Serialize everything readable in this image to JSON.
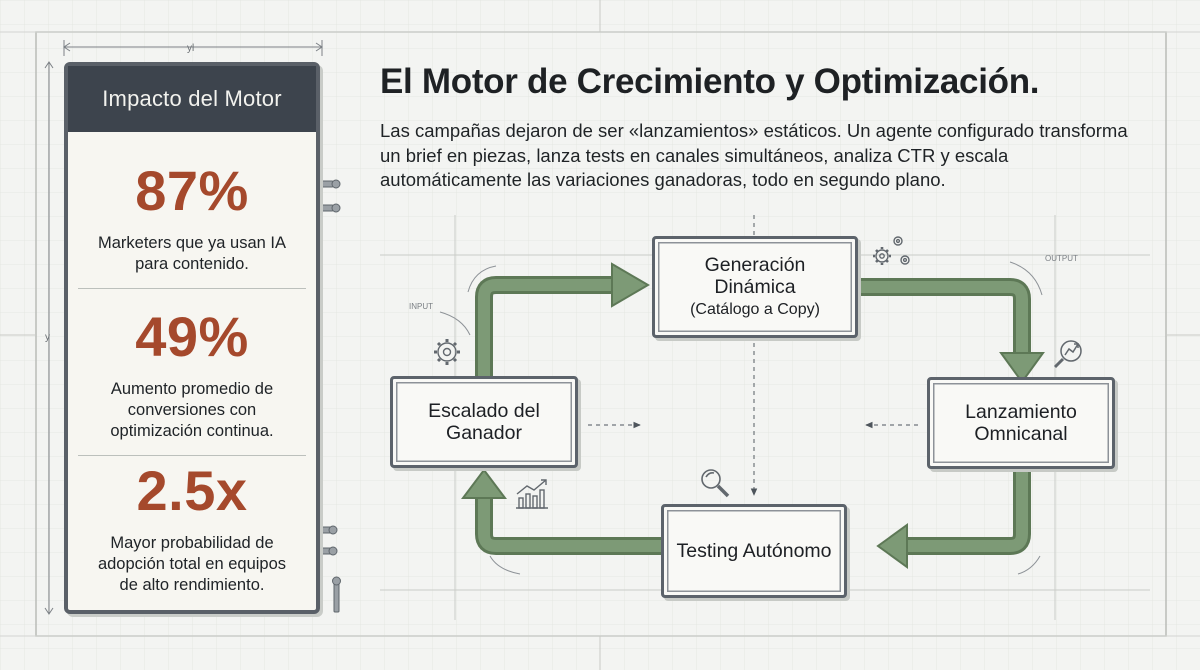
{
  "stats_panel": {
    "header": "Impacto del Motor",
    "stats": [
      {
        "value": "87%",
        "description": "Marketers que ya usan IA para contenido."
      },
      {
        "value": "49%",
        "description": "Aumento promedio de conversiones con optimización continua."
      },
      {
        "value": "2.5x",
        "description": "Mayor probabilidad de adopción total en equipos de alto rendimiento."
      }
    ]
  },
  "main": {
    "title": "El Motor de Crecimiento y Optimización.",
    "description": "Las campañas dejaron de ser «lanzamientos» estáticos. Un agente configurado transforma un brief en piezas, lanza tests en canales simultáneos, analiza CTR y escala automáticamente las variaciones ganadoras, todo en segundo plano."
  },
  "cycle": {
    "nodes": [
      {
        "title": "Generación Dinámica",
        "subtitle": "(Catálogo a Copy)"
      },
      {
        "title": "Lanzamiento Omnicanal",
        "subtitle": ""
      },
      {
        "title": "Testing Autónomo",
        "subtitle": ""
      },
      {
        "title": "Escalado del Ganador",
        "subtitle": ""
      }
    ],
    "annotations": {
      "input": "INPUT",
      "output": "OUTPUT"
    }
  },
  "blueprint_labels": {
    "width_marker": "yl",
    "height_marker": "y"
  },
  "colors": {
    "arrow": "#7d9a76",
    "arrow_outline": "#5d7856",
    "stat_value": "#a5492c",
    "panel_header": "#3d444d",
    "frame": "#5a6068"
  },
  "icons": [
    "gear-icon",
    "trend-chart-icon",
    "magnifier-chart-icon",
    "magnifier-icon",
    "screw-icon"
  ]
}
